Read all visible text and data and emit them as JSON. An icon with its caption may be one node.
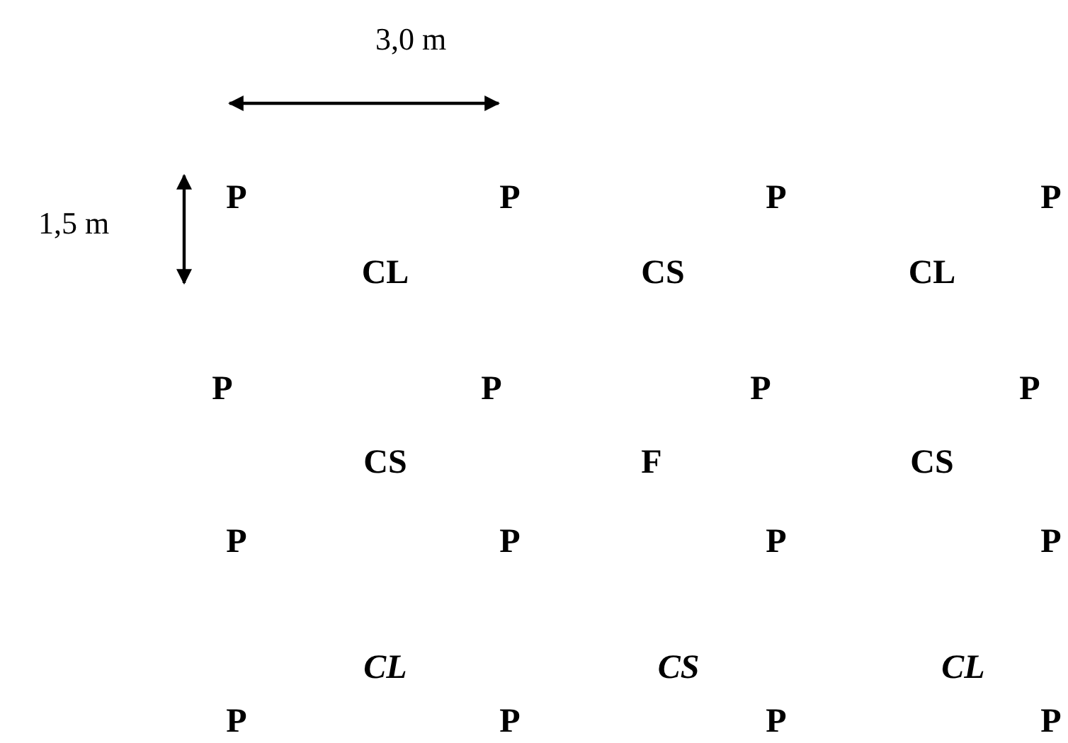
{
  "diagram": {
    "labels": [
      "3,0 m",
      "1,5 m",
      "P",
      "P",
      "P",
      "P",
      "CL",
      "CS",
      "CL",
      "P",
      "P",
      "P",
      "P",
      "CS",
      "F",
      "CS",
      "P",
      "P",
      "P",
      "P",
      "CL",
      "CS",
      "CL",
      "P",
      "P",
      "P",
      "P"
    ]
  }
}
